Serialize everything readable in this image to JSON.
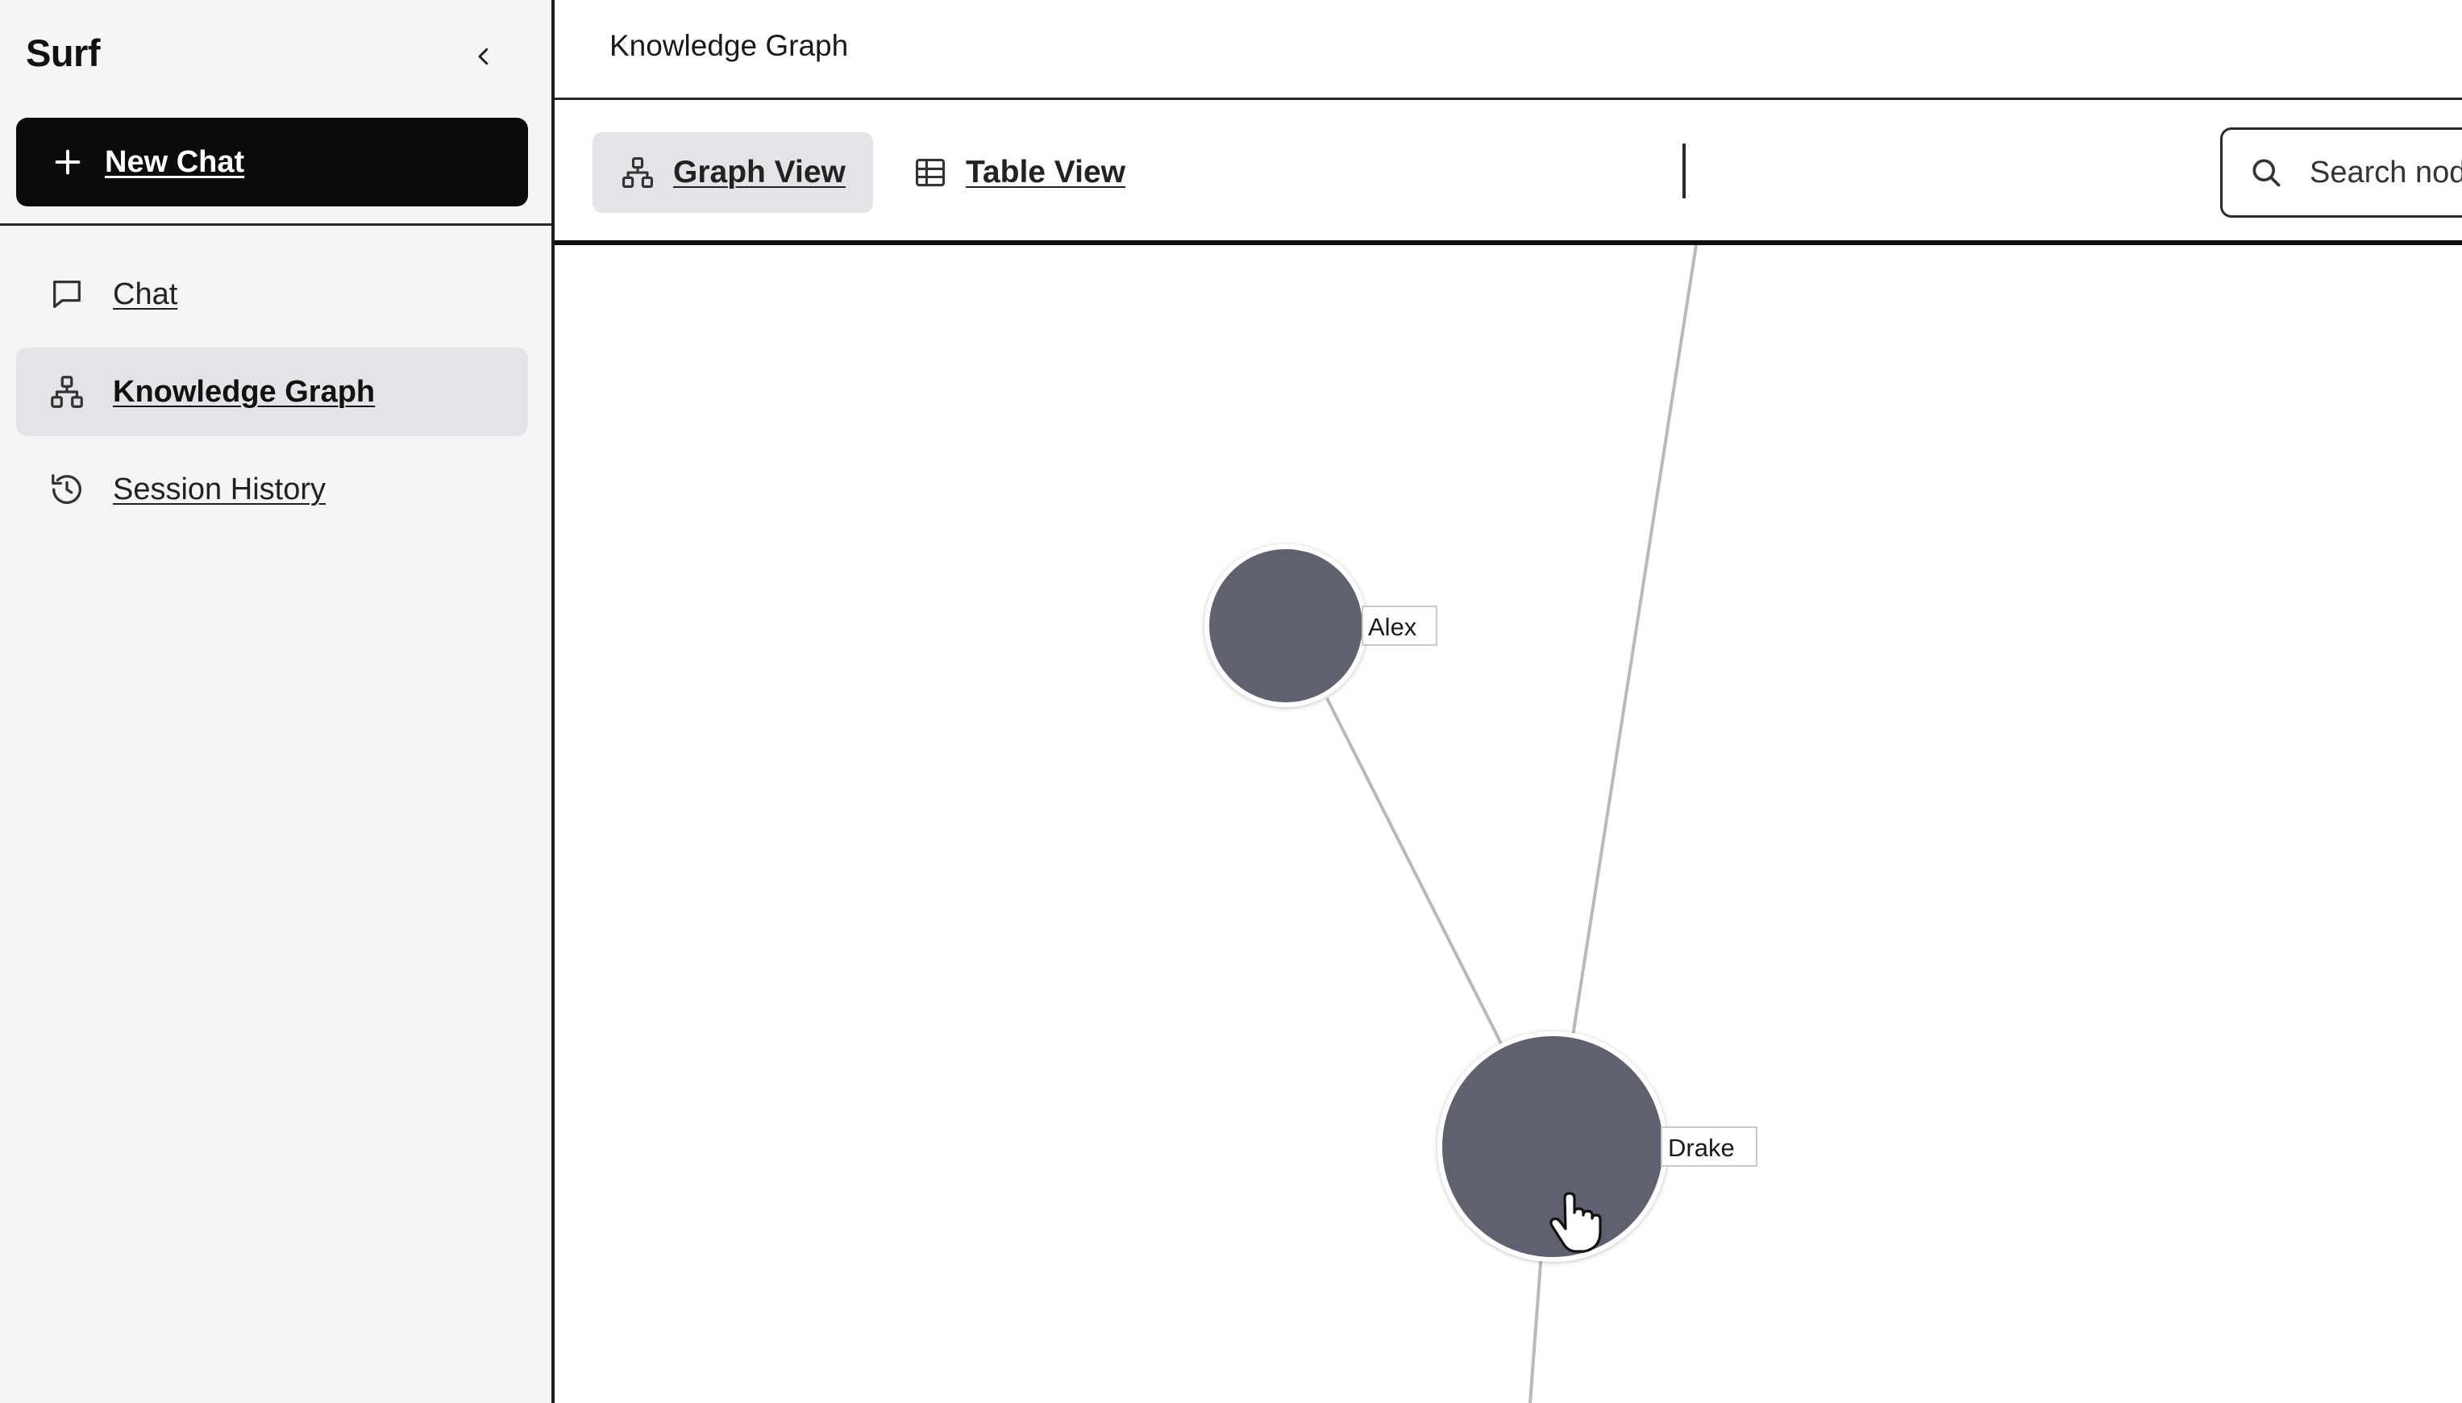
{
  "app": {
    "name": "Surf"
  },
  "sidebar": {
    "new_chat_label": "New Chat",
    "items": [
      {
        "label": "Chat",
        "icon": "chat-icon",
        "active": false
      },
      {
        "label": "Knowledge Graph",
        "icon": "graph-icon",
        "active": true
      },
      {
        "label": "Session History",
        "icon": "history-icon",
        "active": false
      }
    ]
  },
  "header": {
    "title": "Knowledge Graph"
  },
  "toolbar": {
    "tabs": [
      {
        "label": "Graph View",
        "icon": "graph-icon",
        "active": true
      },
      {
        "label": "Table View",
        "icon": "table-icon",
        "active": false
      }
    ],
    "search_placeholder": "Search nodes..."
  },
  "graph": {
    "nodes": [
      {
        "id": "alex",
        "label": "Alex"
      },
      {
        "id": "drake",
        "label": "Drake"
      }
    ],
    "edges": [
      {
        "from": "alex",
        "to": "drake"
      }
    ]
  },
  "colors": {
    "node_fill": "#5f6070",
    "edge": "#b9b9bc",
    "active_bg": "#e4e4e8",
    "primary_button": "#0b0b0c"
  }
}
